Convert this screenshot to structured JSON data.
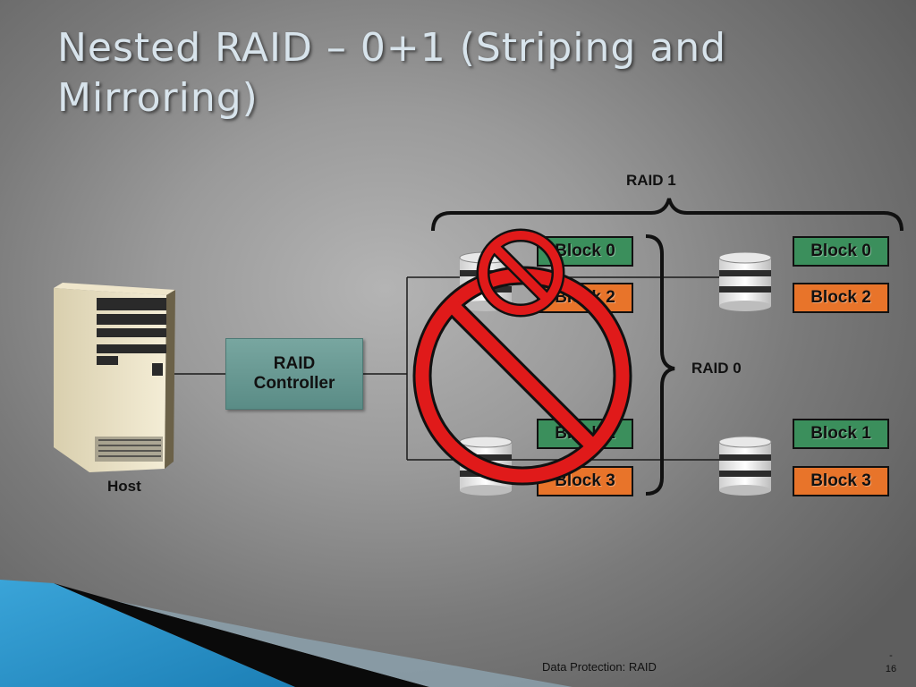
{
  "slide": {
    "title": "Nested RAID – 0+1 (Striping and Mirroring)",
    "footer": "Data Protection: RAID",
    "page_dash": "-",
    "page_number": "16"
  },
  "diagram": {
    "raid1_label": "RAID 1",
    "raid0_label": "RAID 0",
    "host_label": "Host",
    "controller": {
      "line1": "RAID",
      "line2": "Controller"
    },
    "blocks": {
      "left_top_green": "Block 0",
      "left_top_orange": "Block 2",
      "left_bottom_green": "Block 1",
      "left_bottom_orange": "Block 3",
      "right_top_green": "Block 0",
      "right_top_orange": "Block 2",
      "right_bottom_green": "Block 1",
      "right_bottom_orange": "Block 3"
    },
    "colors": {
      "green": "#3b8f5c",
      "orange": "#e8742a",
      "prohibition": "#e01a1a",
      "controller": "#6a9a94"
    },
    "prohibition_icon": "no-symbol-icon"
  }
}
